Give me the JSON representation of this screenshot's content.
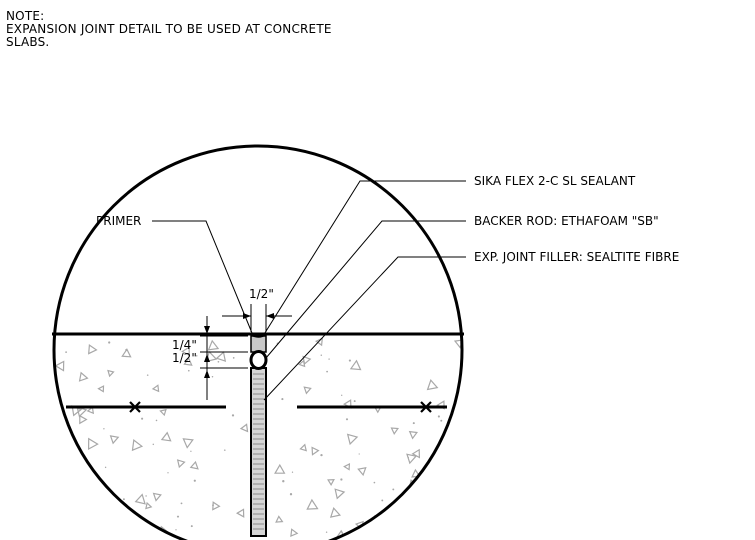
{
  "note": {
    "heading": "NOTE:",
    "line1": "EXPANSION JOINT DETAIL TO BE USED AT CONCRETE",
    "line2": "SLABS."
  },
  "callouts": {
    "sealant": "SIKA FLEX 2-C SL SEALANT",
    "backer_rod": "BACKER ROD: ETHAFOAM \"SB\"",
    "filler": "EXP. JOINT FILLER: SEALTITE FIBRE",
    "primer": "PRIMER"
  },
  "dimensions": {
    "joint_width": "1/2\"",
    "sealant_depth": "1/4\"",
    "rod_depth": "1/2\""
  },
  "colors": {
    "line": "#000000",
    "aggregate": "#a8a8a8",
    "sealant_fill": "#c8c8c8",
    "filler_fill": "#d0d0d0"
  }
}
